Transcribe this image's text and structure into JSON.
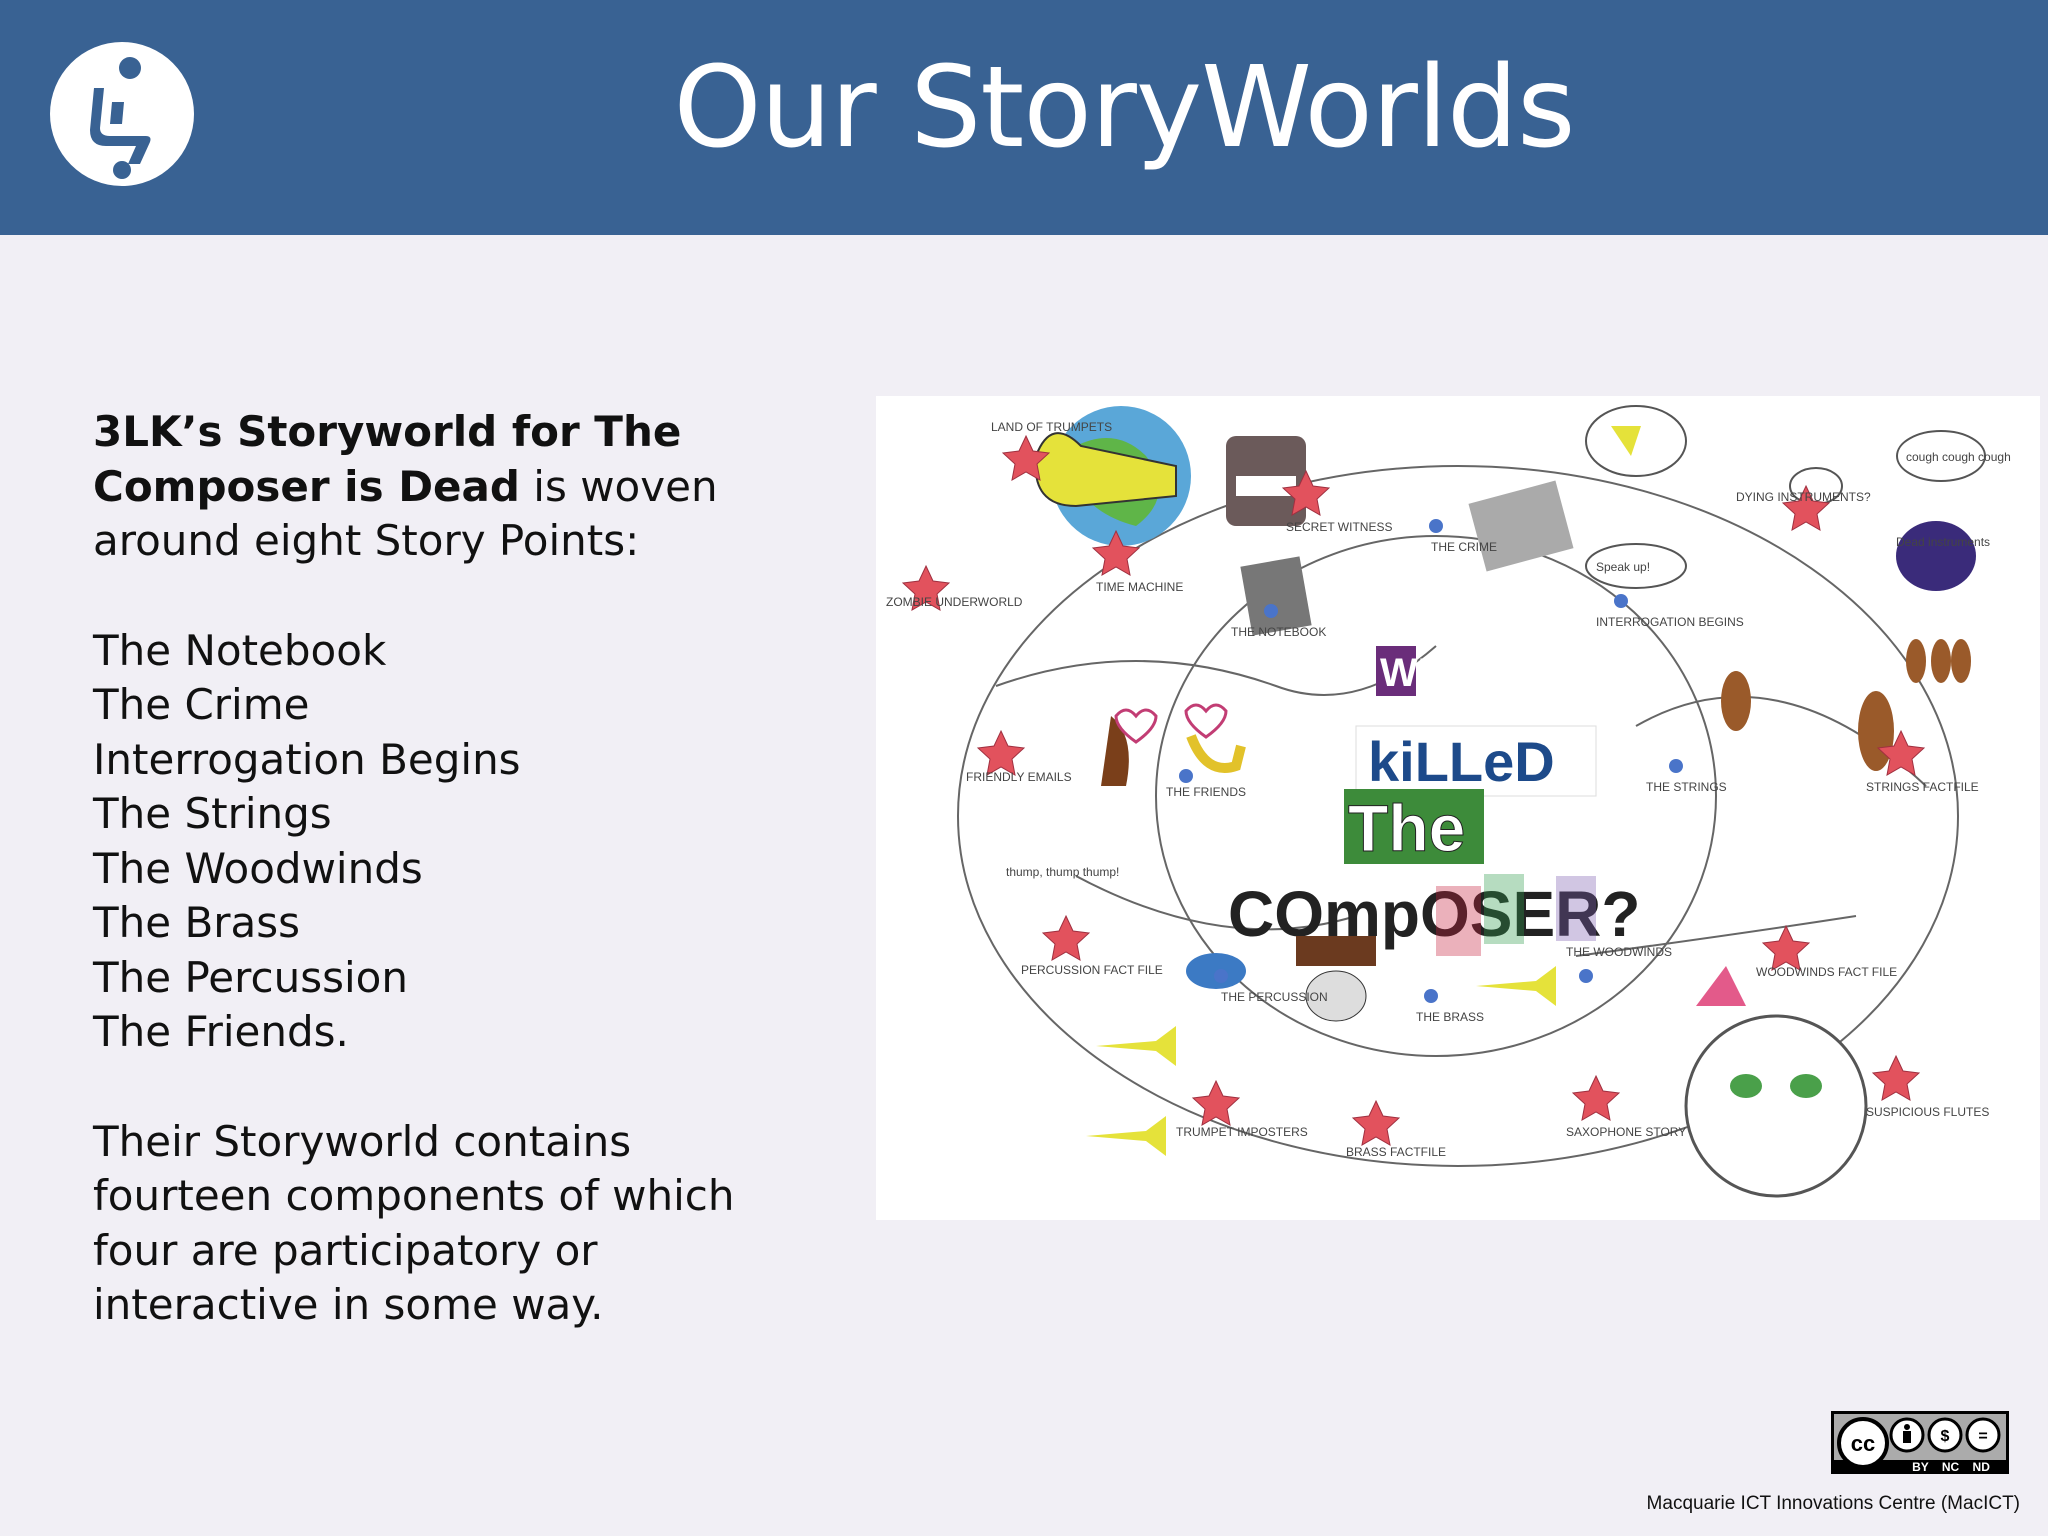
{
  "header": {
    "title": "Our StoryWorlds"
  },
  "intro": {
    "bold_text": "3LK’s Storyworld for The Composer is Dead",
    "rest_text": " is woven around eight Story Points:"
  },
  "story_points": [
    "The Notebook",
    "The Crime",
    "Interrogation Begins",
    "The Strings",
    "The Woodwinds",
    "The Brass",
    "The Percussion",
    "The Friends."
  ],
  "summary": "Their Storyworld contains fourteen components of which four are participatory or interactive in some way.",
  "illustration": {
    "headline_lines": [
      "WHO",
      "kiLLeD",
      "The",
      "COmpOSER?"
    ],
    "labels": {
      "land_of_trumpets": "LAND OF TRUMPETS",
      "zombie_underworld": "ZOMBIE UNDERWORLD",
      "time_machine": "TIME MACHINE",
      "secret_witness": "SECRET WITNESS",
      "the_notebook": "THE NOTEBOOK",
      "the_crime": "THE CRIME",
      "speak_up": "Speak up!",
      "interrogation_begins": "INTERROGATION BEGINS",
      "dying_instruments": "DYING INSTRUMENTS?",
      "dead_instruments": "Dead instruments",
      "cough": "cough cough cough",
      "friendly_emails": "FRIENDLY EMAILS",
      "the_friends": "THE FRIENDS",
      "the_strings": "THE STRINGS",
      "strings_factfile": "STRINGS FACTFILE",
      "thump": "thump, thump thump!",
      "percussion_fact_file": "PERCUSSION FACT FILE",
      "the_percussion": "THE PERCUSSION",
      "the_brass": "THE BRASS",
      "the_woodwinds": "THE WOODWINDS",
      "woodwinds_fact_file": "WOODWINDS FACT FILE",
      "trumpet_imposters": "TRUMPET IMPOSTERS",
      "brass_factfile": "BRASS FACTFILE",
      "saxophone_story": "SAXOPHONE STORY",
      "suspicious_flutes": "SUSPICIOUS FLUTES"
    }
  },
  "license": {
    "badge_text": "BY NC ND"
  },
  "footer": {
    "credit": "Macquarie ICT Innovations Centre (MacICT)"
  },
  "colors": {
    "header_bg": "#396293",
    "slide_bg": "#f1eff5",
    "star_red": "#e2525d",
    "node_blue": "#4a74c9"
  },
  "icons": [
    "logo-icon",
    "cc-license-icon"
  ]
}
